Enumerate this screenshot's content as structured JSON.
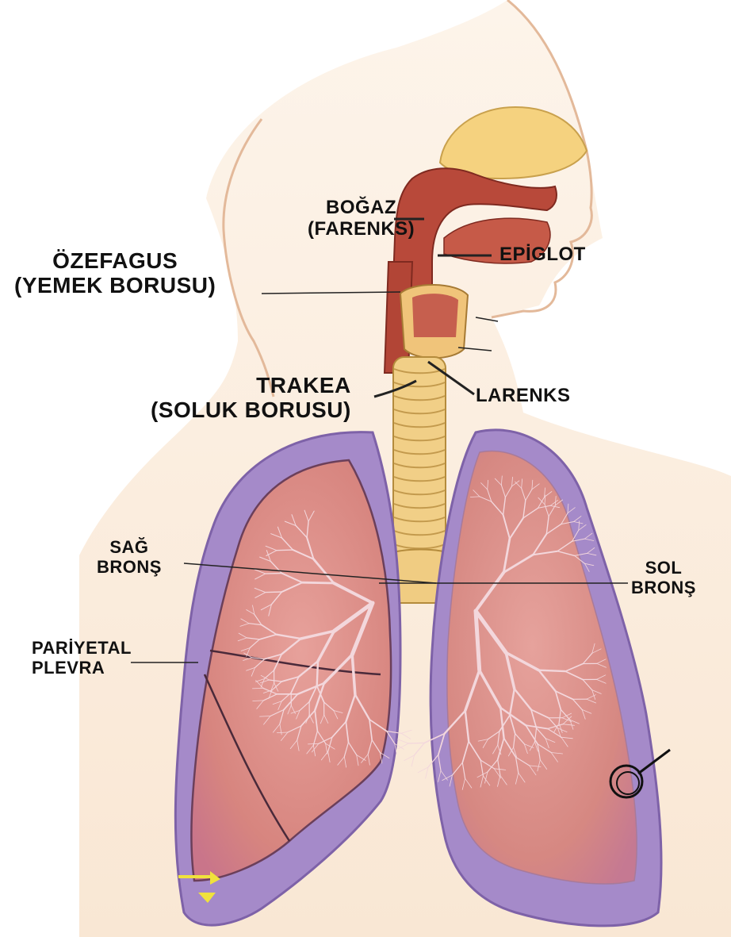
{
  "labels": {
    "bogaz": {
      "line1": "BOĞAZ",
      "line2": "(FARENKS)"
    },
    "ozefagus": {
      "line1": "ÖZEFAGUS",
      "line2": "(YEMEK BORUSU)"
    },
    "epiglot": {
      "line1": "EPİGLOT"
    },
    "trakea": {
      "line1": "TRAKEA",
      "line2": "(SOLUK BORUSU)"
    },
    "larenks": {
      "line1": "LARENKS"
    },
    "sag_brons": {
      "line1": "SAĞ",
      "line2": "BRONŞ"
    },
    "sol_brons": {
      "line1": "SOL",
      "line2": "BRONŞ"
    },
    "pariyetal_plevra": {
      "line1": "PARİYETAL",
      "line2": "PLEVRA"
    }
  },
  "colors": {
    "skin": "#fbeedd",
    "skin_outline": "#e3b99a",
    "airway_red": "#b8493a",
    "cartilage": "#f1cf87",
    "lung_pink": "#d98b86",
    "pleura_purple": "#a58ac9",
    "bronchi": "#f3d7dc",
    "leader_line": "#222222"
  }
}
